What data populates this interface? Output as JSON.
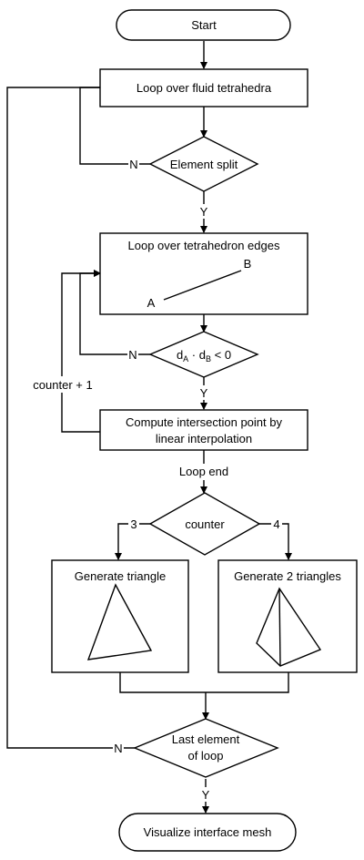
{
  "flowchart": {
    "start": "Start",
    "loop_tetrahedra": "Loop over fluid tetrahedra",
    "element_split": "Element split",
    "loop_edges": "Loop over tetrahedron edges",
    "point_a": "A",
    "point_b": "B",
    "condition": {
      "d": "d",
      "sub_a": "A",
      "dot": " · ",
      "sub_b": "B",
      "rest": " < 0"
    },
    "compute_line1": "Compute intersection point by",
    "compute_line2": "linear interpolation",
    "loop_end": "Loop end",
    "counter": "counter",
    "counter_increment": "counter + 1",
    "branch_3": "3",
    "branch_4": "4",
    "generate_triangle": "Generate triangle",
    "generate_2_triangles": "Generate 2 triangles",
    "last_element_line1": "Last element",
    "last_element_line2": "of loop",
    "visualize": "Visualize interface mesh",
    "yes": "Y",
    "no": "N"
  }
}
